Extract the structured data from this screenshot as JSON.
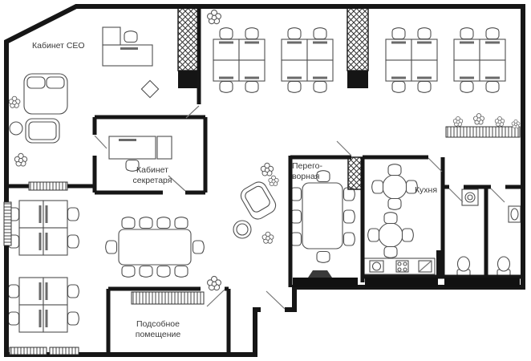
{
  "floorplan": {
    "labels": {
      "ceo_office": "Кабинет CEO",
      "secretary_line1": "Кабинет",
      "secretary_line2": "секретаря",
      "meeting_line1": "Перего-",
      "meeting_line2": "ворная",
      "kitchen": "Кухня",
      "utility_line1": "Подсобное",
      "utility_line2": "помещение"
    },
    "colors": {
      "wall": "#161616",
      "furniture": "#4f4f4f",
      "label_text": "#3a3a3a",
      "background": "#ffffff"
    }
  }
}
